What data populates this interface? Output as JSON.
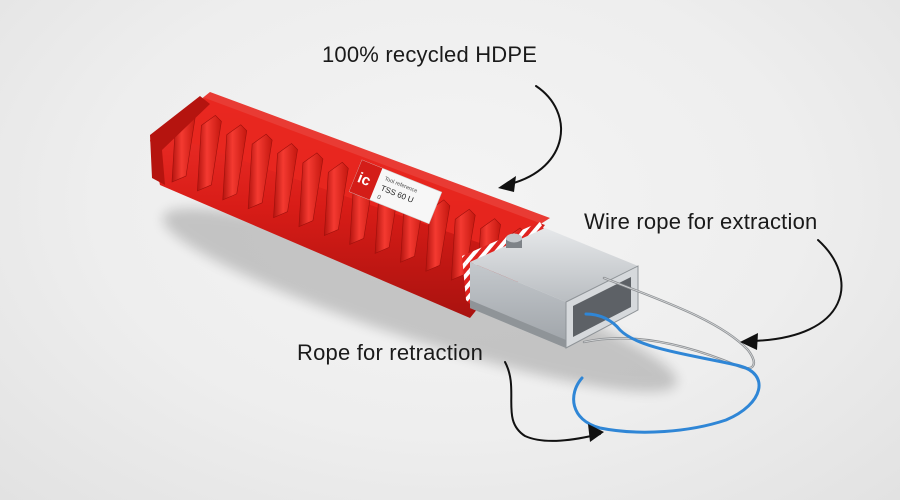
{
  "annotations": {
    "material": "100% recycled HDPE",
    "wire_rope": "Wire rope for extraction",
    "rope": "Rope for retraction"
  },
  "product_label": {
    "logo": "ic",
    "line1": "Tool reference",
    "line2": "TSS 60 U",
    "line3": "0"
  },
  "colors": {
    "housing_red": "#e0231f",
    "rope_blue": "#2f86d6",
    "steel": "#c8cbce",
    "wire": "#9a9a9a"
  }
}
